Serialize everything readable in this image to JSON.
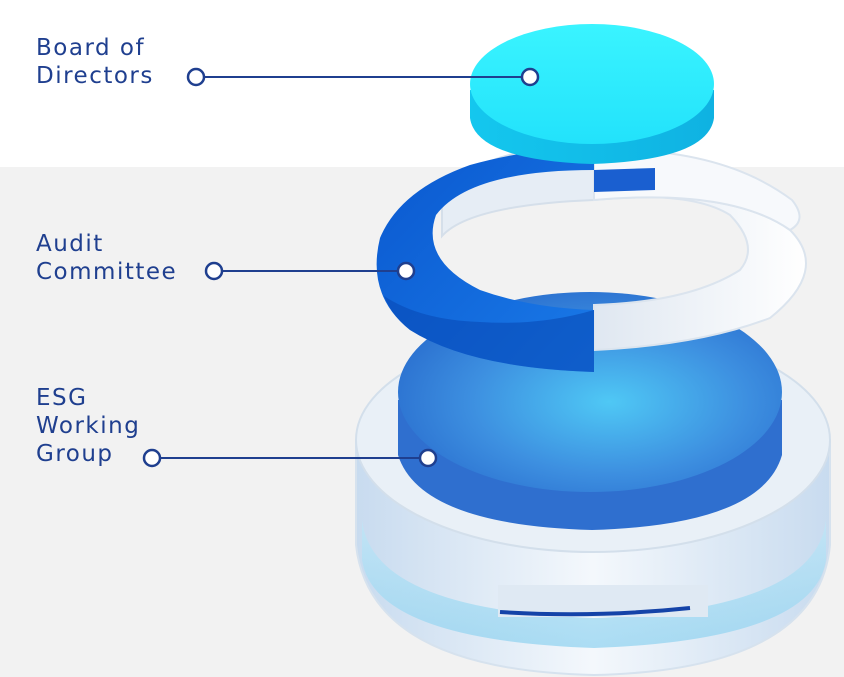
{
  "tiers": [
    {
      "id": "board",
      "label": "Board of\nDirectors"
    },
    {
      "id": "audit",
      "label": "Audit\nCommittee"
    },
    {
      "id": "esg",
      "label": "ESG\nWorking\nGroup"
    }
  ],
  "colors": {
    "label_text": "#1f3f8f",
    "connector": "#1f3f8f",
    "background_band": "#f2f2f2",
    "disc_top": "#2ef0ff",
    "disc_side": "#16c4ea",
    "ring_dark": "#0b63d8",
    "ring_light": "#eef2f7",
    "cylinder_inner": "#3c8fe0"
  }
}
